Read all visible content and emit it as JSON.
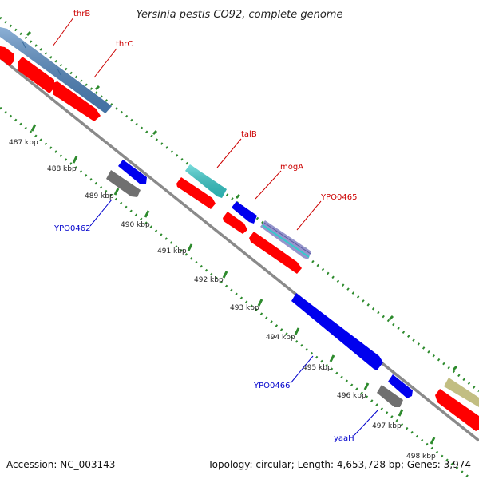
{
  "title": "Yersinia pestis CO92, complete genome",
  "footer": {
    "accession": "Accession: NC_003143",
    "summary": "Topology: circular; Length: 4,653,728 bp; Genes: 3,974"
  },
  "ticks": [
    "487 kbp",
    "488 kbp",
    "489 kbp",
    "490 kbp",
    "491 kbp",
    "492 kbp",
    "493 kbp",
    "494 kbp",
    "495 kbp",
    "496 kbp",
    "497 kbp",
    "498 kbp"
  ],
  "gene_labels": {
    "thrB": "thrB",
    "thrC": "thrC",
    "talB": "talB",
    "mogA": "mogA",
    "YPO0465": "YPO0465",
    "YPO0462": "YPO0462",
    "YPO0466": "YPO0466",
    "yaaH": "yaaH"
  },
  "colors": {
    "forward_label": "#cc0000",
    "reverse_label": "#0000cc",
    "backbone": "#8a8a8a",
    "tick": "#2e8b2e",
    "thr_genes": "#4f86c0",
    "cds_red": "#ff0000",
    "cds_blue": "#0000ee",
    "cds_gray": "#707070",
    "cds_cyan": "#33cccc",
    "cds_purple": "#9595cc",
    "cds_olive": "#c2be82"
  }
}
